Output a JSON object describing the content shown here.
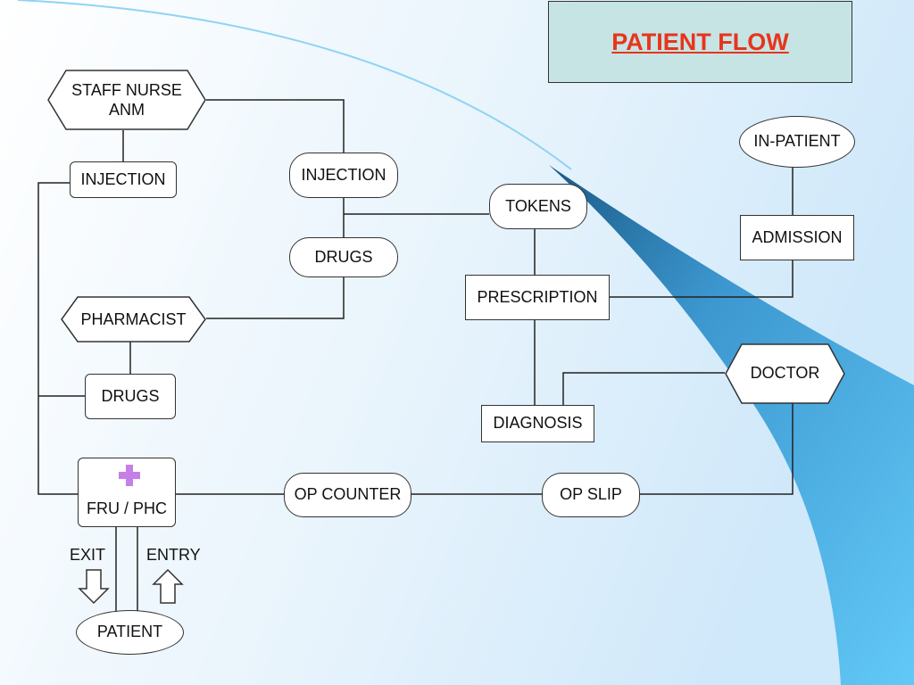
{
  "title": "PATIENT FLOW",
  "nodes": {
    "staff_nurse": {
      "line1": "STAFF NURSE",
      "line2": "ANM"
    },
    "injection_left": "INJECTION",
    "injection_center": "INJECTION",
    "drugs_center": "DRUGS",
    "pharmacist": "PHARMACIST",
    "drugs_left": "DRUGS",
    "fru_phc": "FRU / PHC",
    "op_counter": "OP COUNTER",
    "op_slip": "OP SLIP",
    "tokens": "TOKENS",
    "prescription": "PRESCRIPTION",
    "diagnosis": "DIAGNOSIS",
    "doctor": "DOCTOR",
    "admission": "ADMISSION",
    "in_patient": "IN-PATIENT",
    "patient": "PATIENT",
    "exit_label": "EXIT",
    "entry_label": "ENTRY"
  },
  "icons": {
    "cross": "plus-cross-icon",
    "exit_arrow": "down-arrow-icon",
    "entry_arrow": "up-arrow-icon"
  },
  "colors": {
    "title_text": "#e8341c",
    "title_box": "#c6e4e4",
    "swoosh": "#5ec8f5",
    "cross": "#c67ee8"
  }
}
